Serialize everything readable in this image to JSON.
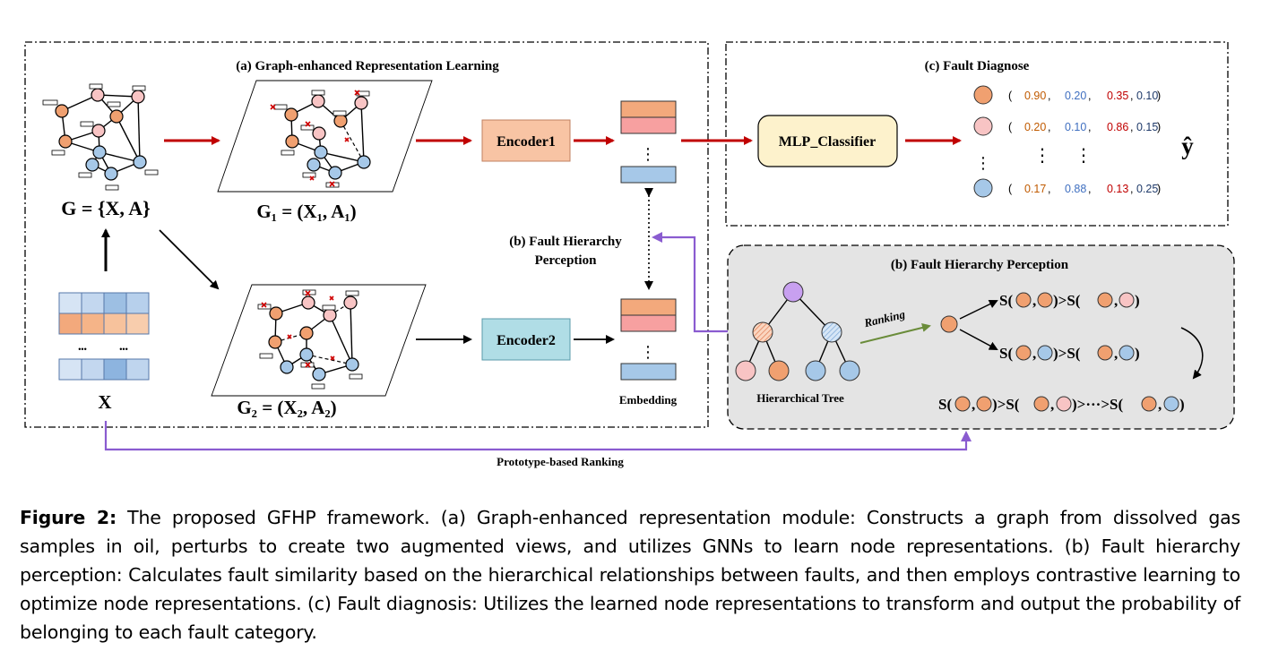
{
  "panel_a": {
    "title": "(a)  Graph-enhanced Representation Learning",
    "graph_label": "G = {X, A}",
    "view1_label": "G₁ = (X₁, A₁)",
    "view2_label": "G₂ = (X₂, A₂)",
    "feature_label": "X",
    "feature_dots": "•••",
    "encoder1": "Encoder1",
    "encoder2": "Encoder2",
    "embedding_label": "Embedding",
    "middle_label_line1": "(b) Fault  Hierarchy",
    "middle_label_line2": "Perception",
    "prototype_label": "Prototype-based Ranking",
    "colors": {
      "orange_node": "#f0a070",
      "pink_node": "#f8c4c4",
      "blue_node": "#a6c8e8",
      "encoder1_fill": "#f8c4a4",
      "encoder2_fill": "#b0dde6",
      "red_arrow": "#c00000",
      "purple_arrow": "#8a5cd0"
    }
  },
  "panel_c": {
    "title": "(c)  Fault Diagnose",
    "classifier": "MLP_Classifier",
    "output_label": "ŷ",
    "rows": [
      {
        "node": "orange",
        "values": [
          "0.90",
          "0.20",
          "0.35",
          "0.10"
        ]
      },
      {
        "node": "pink",
        "values": [
          "0.20",
          "0.10",
          "0.86",
          "0.15"
        ]
      },
      {
        "node": "blue",
        "values": [
          "0.17",
          "0.88",
          "0.13",
          "0.25"
        ]
      }
    ],
    "value_colors": [
      "#c05a00",
      "#3f6fc0",
      "#c00000",
      "#1f3a6a"
    ]
  },
  "panel_b": {
    "title": "(b)  Fault  Hierarchy Perception",
    "tree_label": "Hierarchical Tree",
    "ranking_label": "Ranking",
    "colors": {
      "root": "#c8a0f0",
      "panel_bg": "#e4e4e4",
      "ranking_arrow": "#6a8c3a"
    }
  },
  "caption": {
    "label": "Figure 2:",
    "text": " The proposed GFHP framework. (a) Graph-enhanced representation module: Constructs a graph from dissolved gas samples in oil, perturbs to create two augmented views, and utilizes GNNs to learn node representations. (b) Fault hierarchy perception: Calculates fault similarity based on the hierarchical relationships between faults, and then employs contrastive learning to optimize node representations. (c) Fault diagnosis: Utilizes the learned node representations to transform and output the probability of belonging to each fault category."
  }
}
